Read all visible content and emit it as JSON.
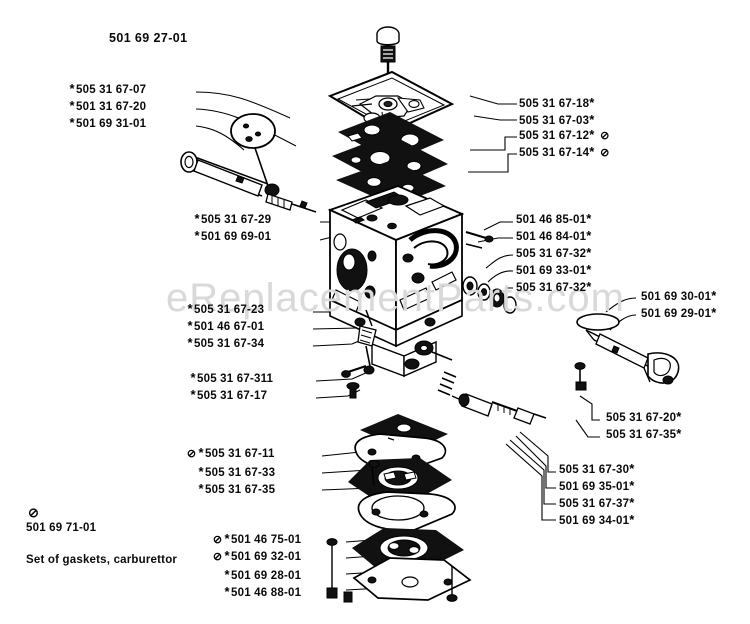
{
  "document": {
    "title": "501 69 27-01",
    "watermark": "eReplacementParts.com"
  },
  "symbols": {
    "asterisk": "*",
    "circled_two": "⊘"
  },
  "legend": {
    "marker": "⊘",
    "part_number": "501 69 71-01",
    "description": "Set of gaskets, carburettor"
  },
  "groups": {
    "upper_left": {
      "name": "upper-left-labels",
      "items": [
        {
          "marker": "*",
          "number": "505 31 67-07",
          "trail": ""
        },
        {
          "marker": "*",
          "number": "501 31 67-20",
          "trail": ""
        },
        {
          "marker": "*",
          "number": "501 69 31-01",
          "trail": ""
        }
      ]
    },
    "upper_right": {
      "name": "upper-right-labels",
      "items": [
        {
          "number": "505 31 67-18",
          "suffix": "*",
          "extra": ""
        },
        {
          "number": "505 31 67-03",
          "suffix": "*",
          "extra": ""
        },
        {
          "number": "505 31 67-12",
          "suffix": "*",
          "extra": "⊘"
        },
        {
          "number": "505 31 67-14",
          "suffix": "*",
          "extra": "⊘"
        }
      ]
    },
    "mid_left_upper": {
      "name": "mid-left-upper-labels",
      "items": [
        {
          "marker": "*",
          "number": "505 31 67-29"
        },
        {
          "marker": "*",
          "number": "501 69 69-01"
        }
      ]
    },
    "mid_right": {
      "name": "mid-right-labels",
      "items": [
        {
          "number": "501 46 85-01",
          "suffix": "*"
        },
        {
          "number": "501 46 84-01",
          "suffix": "*"
        },
        {
          "number": "505 31 67-32",
          "suffix": "*"
        },
        {
          "number": "501 69 33-01",
          "suffix": "*"
        },
        {
          "number": "505 31 67-32",
          "suffix": "*"
        }
      ]
    },
    "mid_left_lower": {
      "name": "mid-left-lower-labels",
      "items": [
        {
          "marker": "*",
          "number": "505 31 67-23"
        },
        {
          "marker": "*",
          "number": "501 46 67-01"
        },
        {
          "marker": "*",
          "number": "505 31 67-34"
        }
      ]
    },
    "lower_left_stub": {
      "name": "lower-left-stub-labels",
      "items": [
        {
          "marker": "*",
          "number": "505 31 67-311"
        },
        {
          "marker": "*",
          "number": "505 31 67-17"
        }
      ]
    },
    "far_right_upper": {
      "name": "far-right-upper-labels",
      "items": [
        {
          "number": "501 69 30-01",
          "suffix": "*"
        },
        {
          "number": "501 69 29-01",
          "suffix": "*"
        }
      ]
    },
    "far_right_mid": {
      "name": "far-right-mid-labels",
      "items": [
        {
          "number": "505 31 67-20",
          "suffix": "*"
        },
        {
          "number": "505 31 67-35",
          "suffix": "*"
        }
      ]
    },
    "lower_right": {
      "name": "lower-right-labels",
      "items": [
        {
          "number": "505 31 67-30",
          "suffix": "*"
        },
        {
          "number": "501 69 35-01",
          "suffix": "*"
        },
        {
          "number": "505 31 67-37",
          "suffix": "*"
        },
        {
          "number": "501 69 34-01",
          "suffix": "*"
        }
      ]
    },
    "lower_left": {
      "name": "lower-left-labels",
      "items": [
        {
          "circled": "⊘",
          "marker": "*",
          "number": "505 31 67-11"
        },
        {
          "circled": "",
          "marker": "*",
          "number": "505 31 67-33"
        },
        {
          "circled": "",
          "marker": "*",
          "number": "505 31 67-35"
        }
      ]
    },
    "bottom_center": {
      "name": "bottom-center-labels",
      "items": [
        {
          "circled": "⊘",
          "marker": "*",
          "number": "501 46 75-01"
        },
        {
          "circled": "⊘",
          "marker": "*",
          "number": "501 69 32-01"
        },
        {
          "circled": "",
          "marker": "*",
          "number": "501 69 28-01"
        },
        {
          "circled": "",
          "marker": "*",
          "number": "501 46 88-01"
        }
      ]
    }
  }
}
